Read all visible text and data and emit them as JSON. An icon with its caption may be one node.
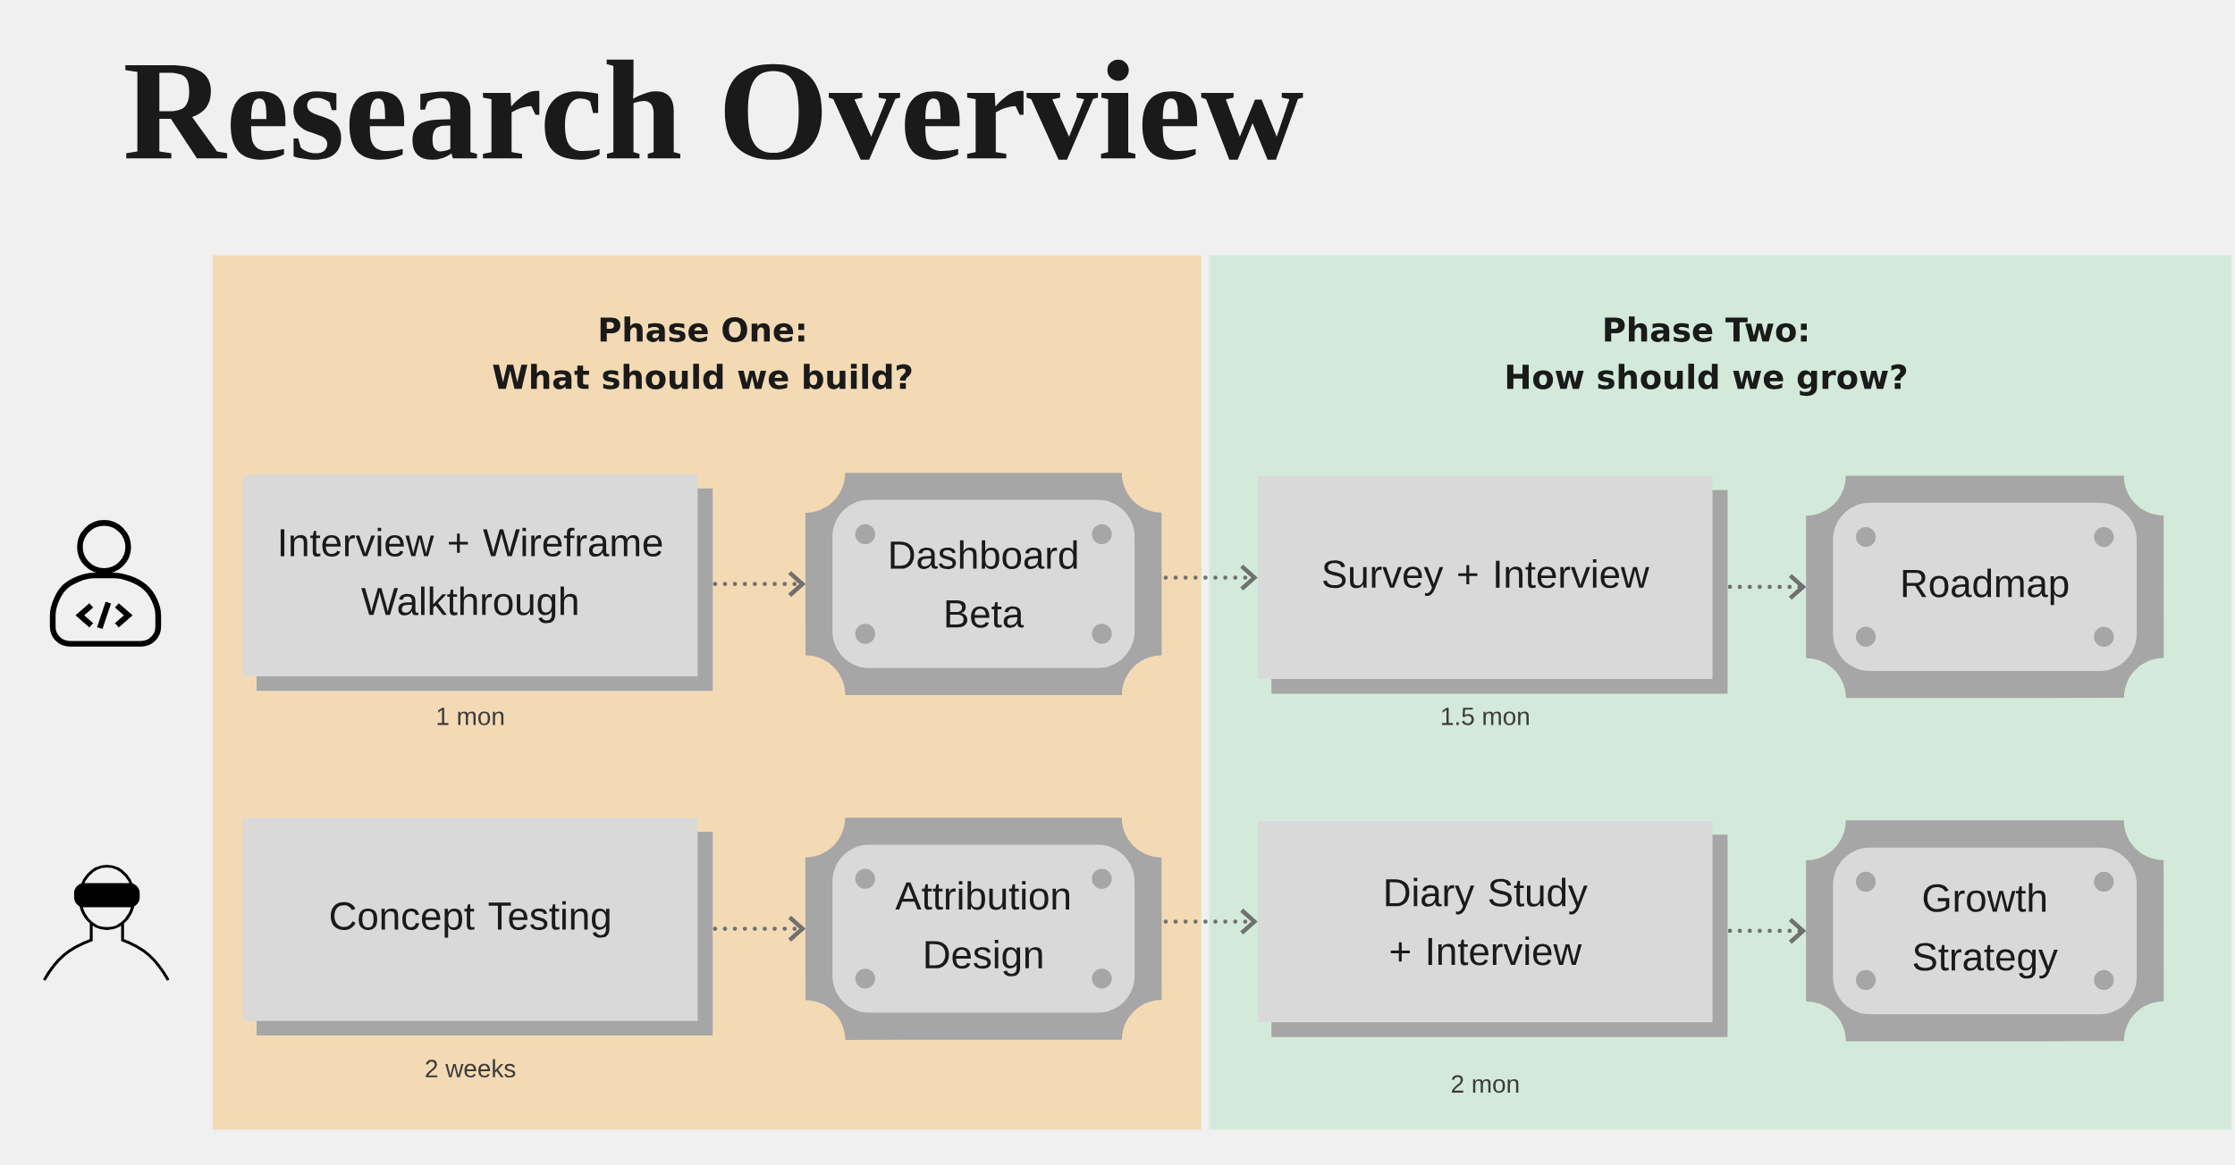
{
  "diagram": {
    "title": "Research Overview",
    "nodes": [
      {
        "text": [
          "Phase One:",
          "What should we build?"
        ]
      },
      {
        "text": [
          "Phase Two:",
          "How should we grow?"
        ]
      },
      {
        "text": [
          "Interview + Wireframe Walkthrough"
        ],
        "in": 0,
        "beside": [
          "1 mon"
        ]
      },
      {
        "text": [
          "Dashboard Beta"
        ],
        "in": 0
      },
      {
        "text": [
          "Survey + Interview"
        ],
        "in": 1,
        "beside": [
          "1.5 mon"
        ]
      },
      {
        "text": [
          "Roadmap"
        ],
        "in": 1
      },
      {
        "text": [
          "Concept Testing"
        ],
        "in": 0,
        "beside": [
          "2 weeks"
        ]
      },
      {
        "text": [
          "Attribution Design"
        ],
        "in": 0
      },
      {
        "text": [
          "Diary Study + Interview"
        ],
        "in": 1,
        "beside": [
          "2 mon"
        ]
      },
      {
        "text": [
          "Growth Strategy"
        ],
        "in": 1
      }
    ],
    "edges": [
      {
        "from": 2,
        "to": 3,
        "arrow": "to"
      },
      {
        "from": 3,
        "to": 4,
        "arrow": "to"
      },
      {
        "from": 4,
        "to": 5,
        "arrow": "to"
      },
      {
        "from": 6,
        "to": 7,
        "arrow": "to"
      },
      {
        "from": 7,
        "to": 8,
        "arrow": "to"
      },
      {
        "from": 8,
        "to": 9,
        "arrow": "to"
      }
    ]
  }
}
